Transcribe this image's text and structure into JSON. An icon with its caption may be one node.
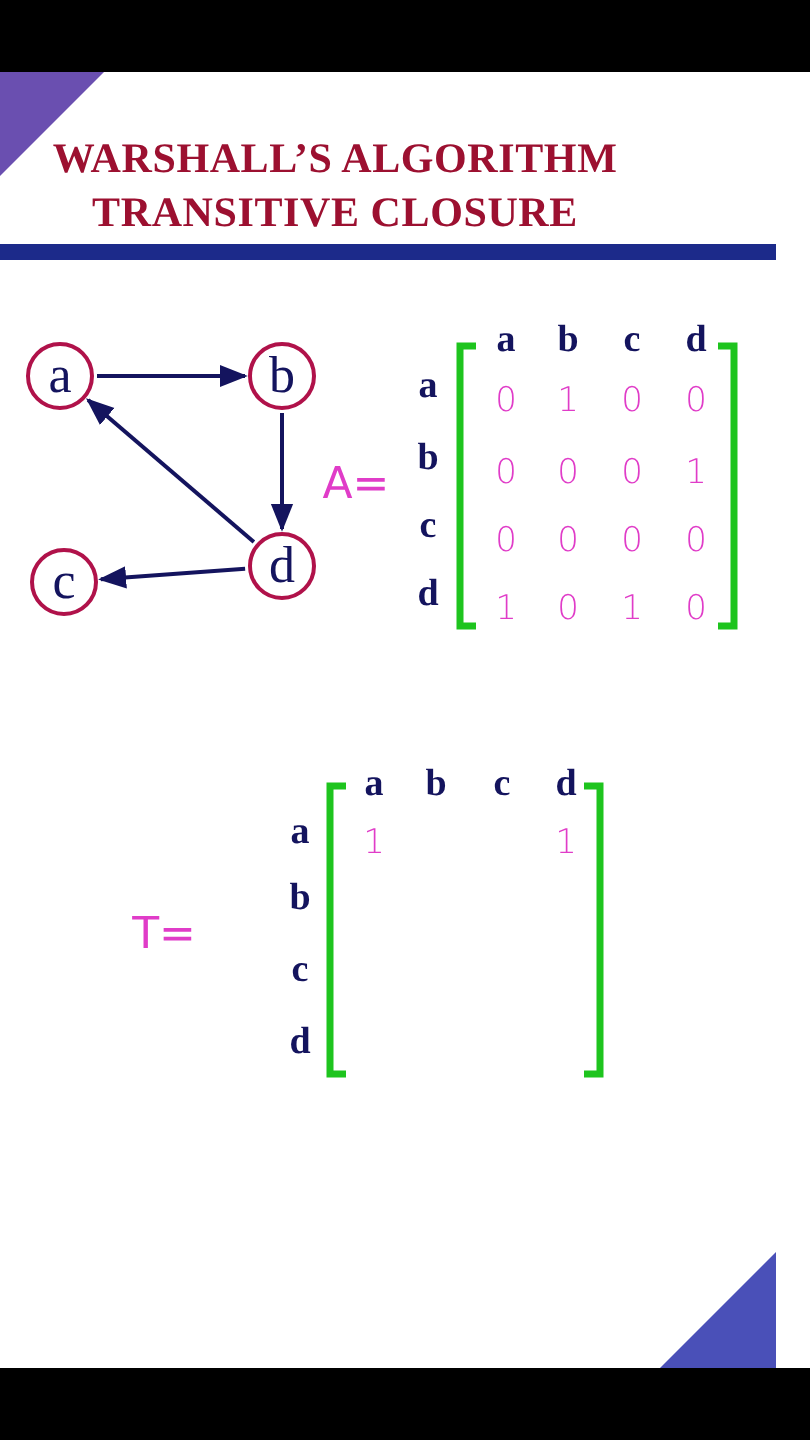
{
  "diagram": {
    "title": "WARSHALL’S ALGORITHM TRANSITIVE CLOSURE",
    "nodes": [
      {
        "text": [
          "a"
        ]
      },
      {
        "text": [
          "b"
        ]
      },
      {
        "text": [
          "c"
        ]
      },
      {
        "text": [
          "d"
        ]
      }
    ],
    "edges": [
      {
        "from": 0,
        "to": 1,
        "arrow": "to"
      },
      {
        "from": 1,
        "to": 3,
        "arrow": "to"
      },
      {
        "from": 3,
        "to": 0,
        "arrow": "to"
      },
      {
        "from": 3,
        "to": 2,
        "arrow": "to"
      }
    ],
    "labels": [
      "A=",
      "a",
      "b",
      "c",
      "d",
      "a",
      "0",
      "1",
      "0",
      "0",
      "b",
      "0",
      "0",
      "0",
      "1",
      "c",
      "0",
      "0",
      "0",
      "0",
      "d",
      "1",
      "0",
      "1",
      "0",
      "T=",
      "a",
      "b",
      "c",
      "d",
      "a",
      "1",
      "1",
      "b",
      "c",
      "d"
    ]
  }
}
